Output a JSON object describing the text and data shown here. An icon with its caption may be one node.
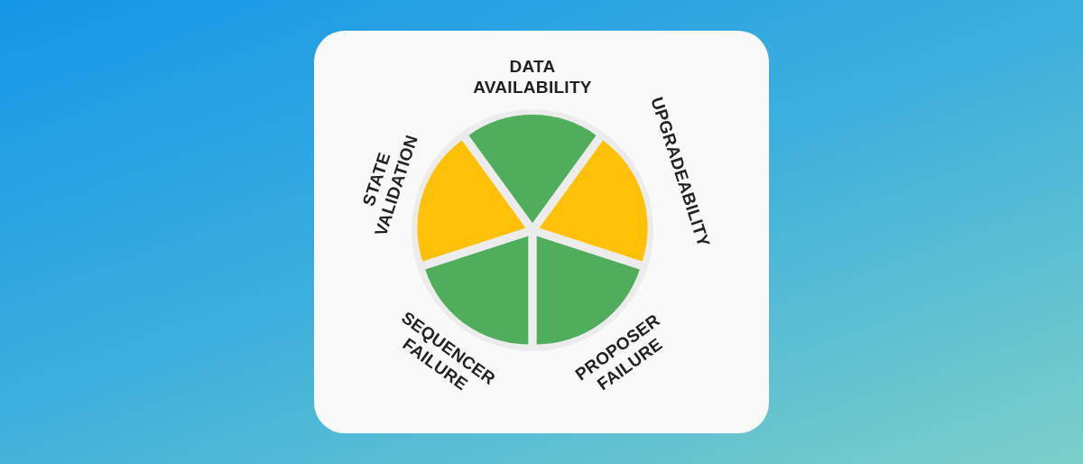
{
  "diagram": {
    "nodes": [
      {
        "text": [
          "DATA AVAILABILITY"
        ]
      },
      {
        "text": [
          "UPGRADEABILITY"
        ]
      },
      {
        "text": [
          "PROPOSER FAILURE"
        ]
      },
      {
        "text": [
          "SEQUENCER FAILURE"
        ]
      },
      {
        "text": [
          "STATE VALIDATION"
        ]
      }
    ],
    "edges": []
  }
}
